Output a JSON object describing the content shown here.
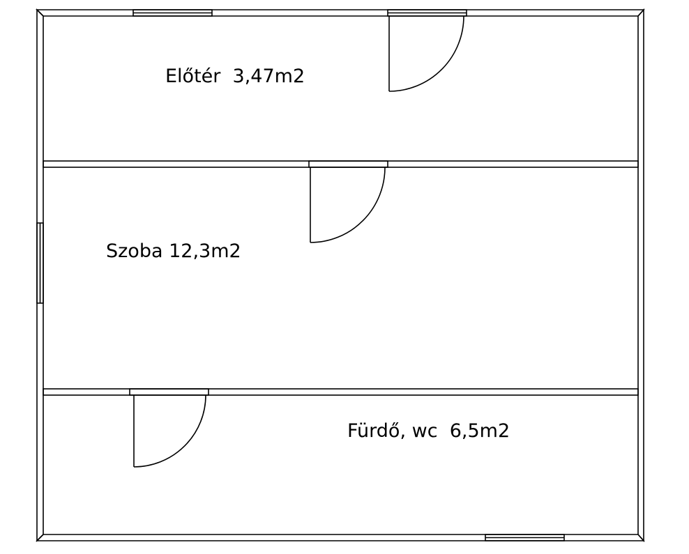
{
  "colors": {
    "line": "#000000",
    "background": "#ffffff"
  },
  "rooms": [
    {
      "id": "eloter",
      "label": "Előtér  3,47m2"
    },
    {
      "id": "szoba",
      "label": "Szoba 12,3m2"
    },
    {
      "id": "furdo",
      "label": "Fürdő, wc  6,5m2"
    }
  ]
}
